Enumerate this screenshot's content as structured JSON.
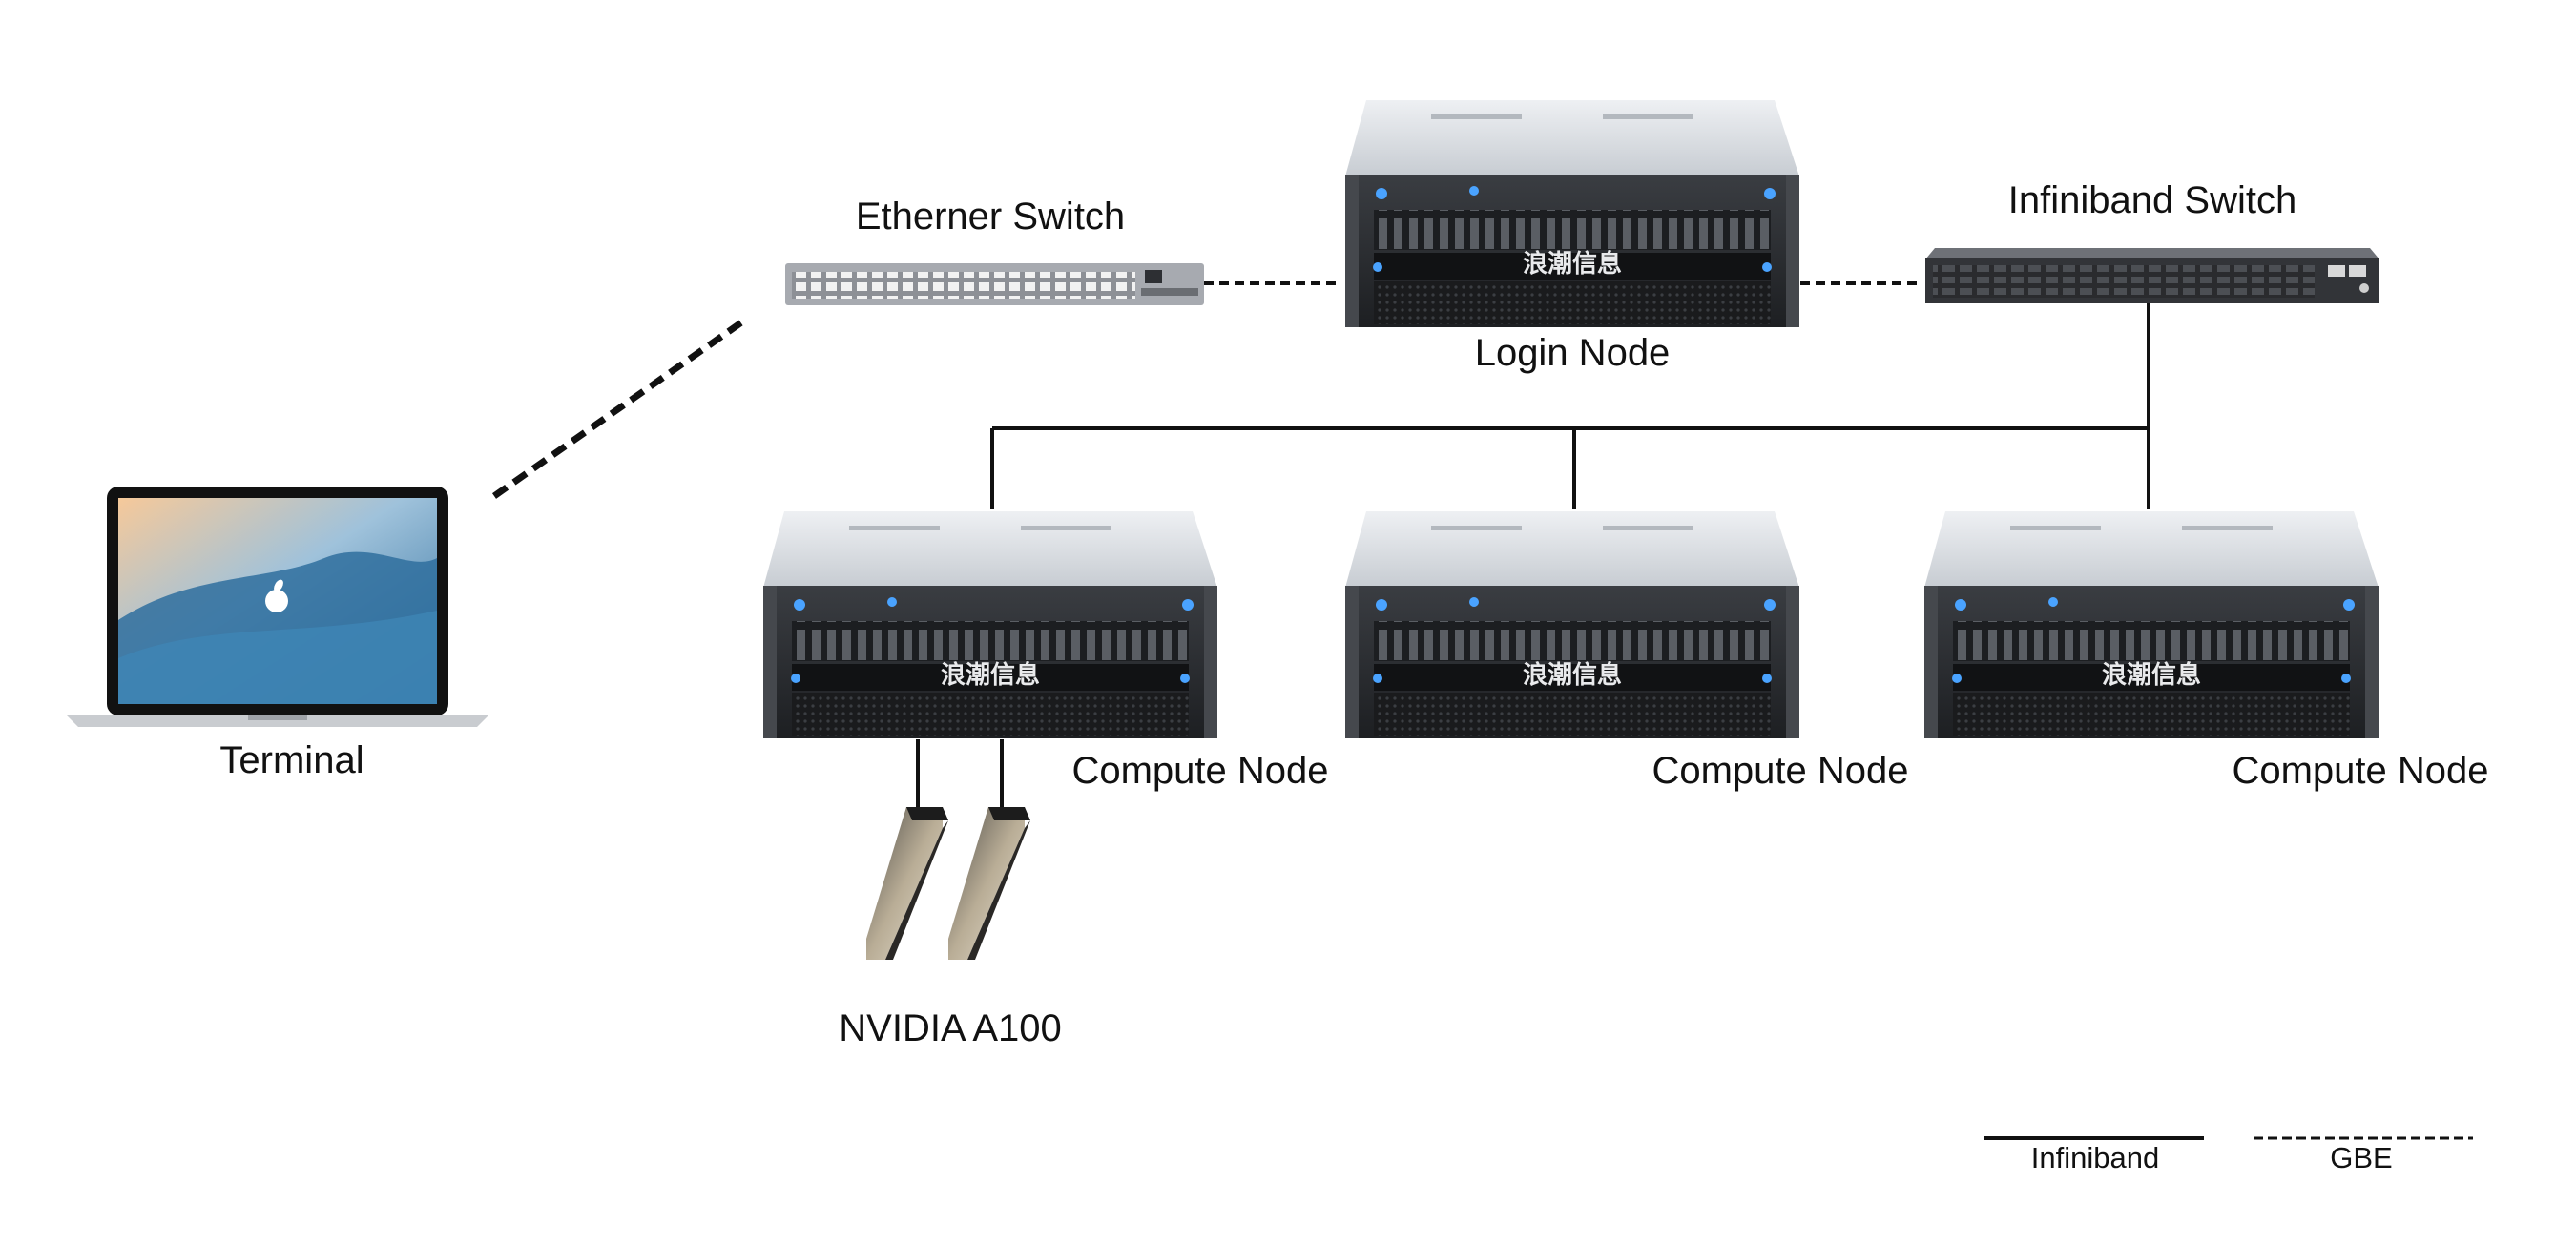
{
  "nodes": {
    "ethernet_switch": {
      "label": "Etherner Switch"
    },
    "infiniband_switch": {
      "label": "Infiniband Switch"
    },
    "login_node": {
      "label": "Login Node",
      "brand": "浪潮信息"
    },
    "terminal": {
      "label": "Terminal"
    },
    "compute_nodes": [
      {
        "label": "Compute Node",
        "brand": "浪潮信息"
      },
      {
        "label": "Compute Node",
        "brand": "浪潮信息"
      },
      {
        "label": "Compute Node",
        "brand": "浪潮信息"
      }
    ],
    "gpu": {
      "label": "NVIDIA A100"
    }
  },
  "legend": {
    "solid": {
      "label": "Infiniband"
    },
    "dashed": {
      "label": "GBE"
    }
  },
  "colors": {
    "line": "#111111",
    "server_top": "#d9dde2",
    "server_front": "#2b2d31",
    "accent_led": "#4aa3ff"
  }
}
